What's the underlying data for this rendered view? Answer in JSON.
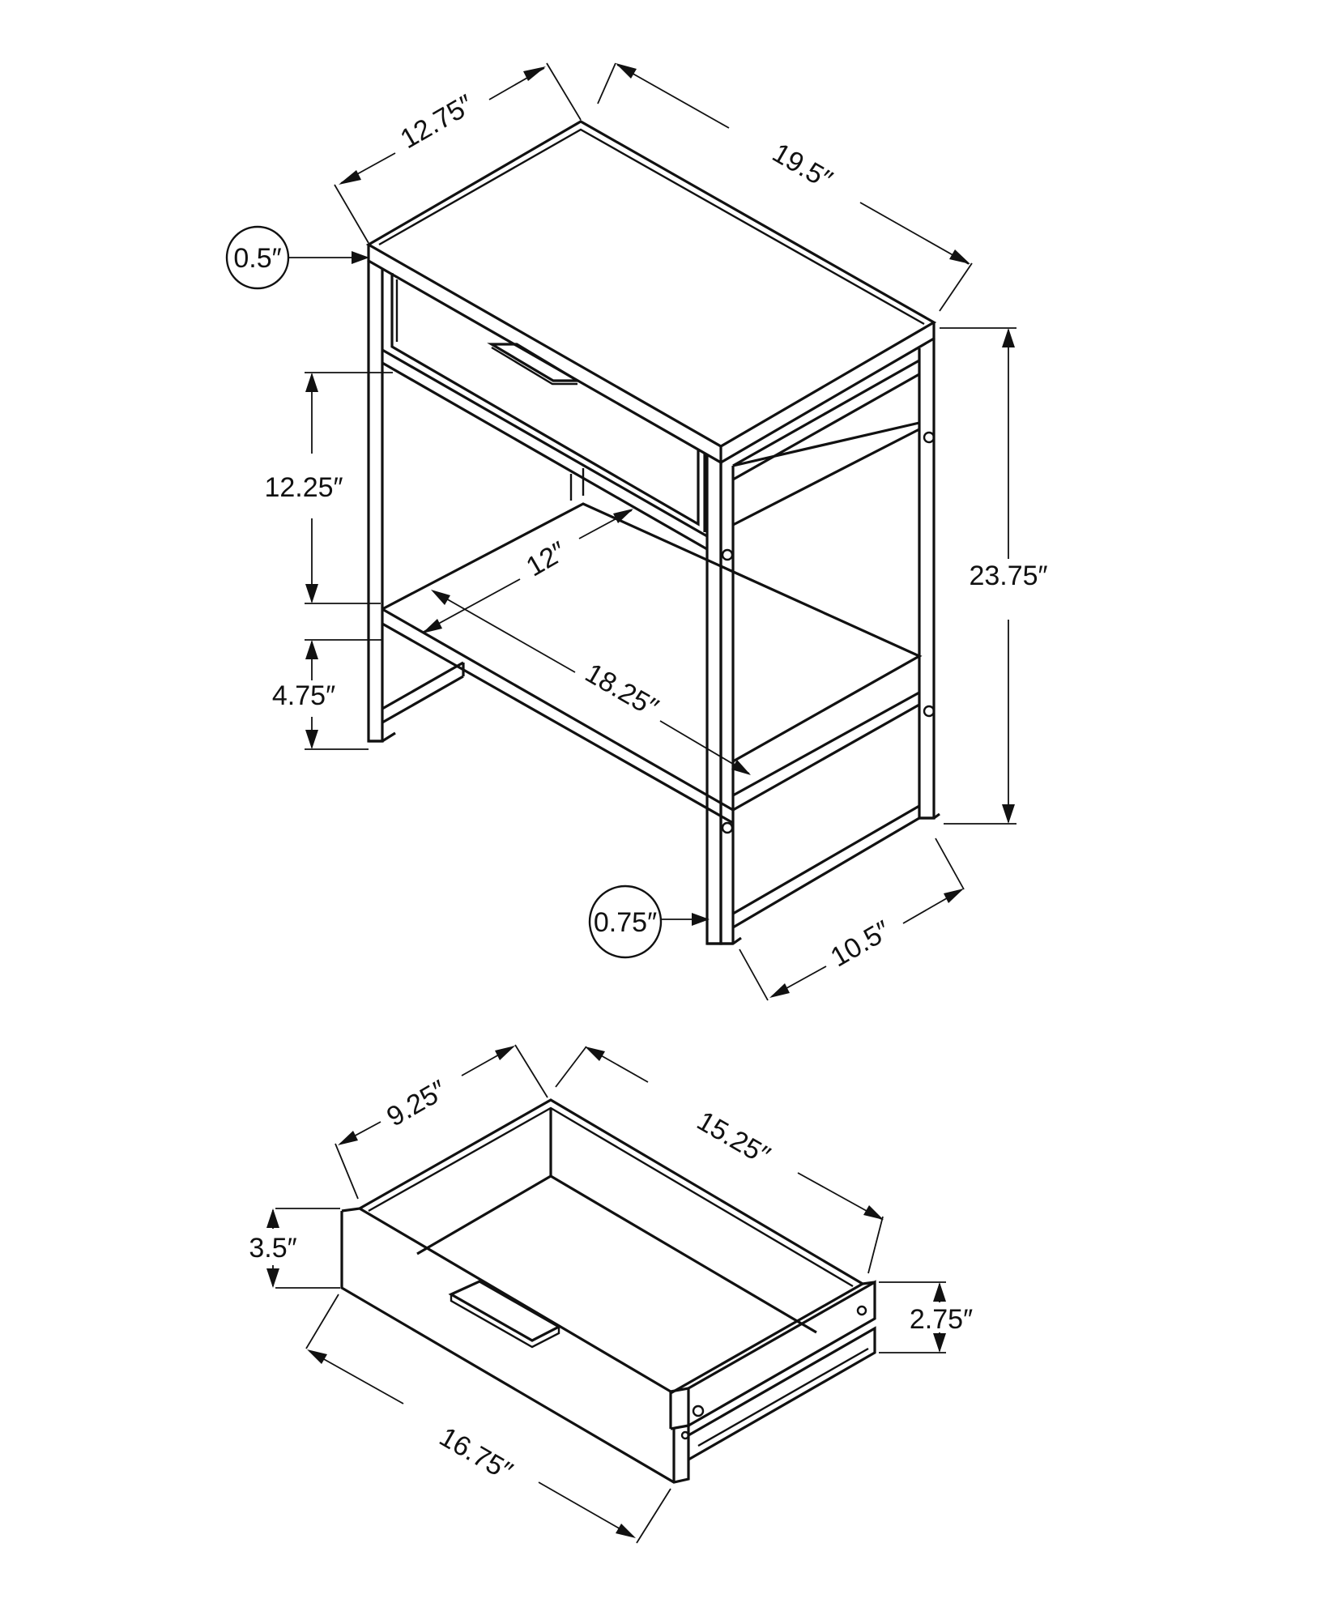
{
  "diagram": {
    "table": {
      "top_width": "12.75″",
      "top_depth": "19.5″",
      "top_thickness": "0.5″",
      "drawer_opening_height": "12.25″",
      "shelf_clearance": "12″",
      "shelf_depth": "18.25″",
      "bottom_clearance": "4.75″",
      "total_height": "23.75″",
      "frame_tube": "0.75″",
      "base_width": "10.5″"
    },
    "drawer": {
      "width": "9.25″",
      "depth": "15.25″",
      "front_height": "3.5″",
      "side_height": "2.75″",
      "front_width": "16.75″"
    }
  },
  "colors": {
    "line": "#111111",
    "background": "#ffffff"
  }
}
